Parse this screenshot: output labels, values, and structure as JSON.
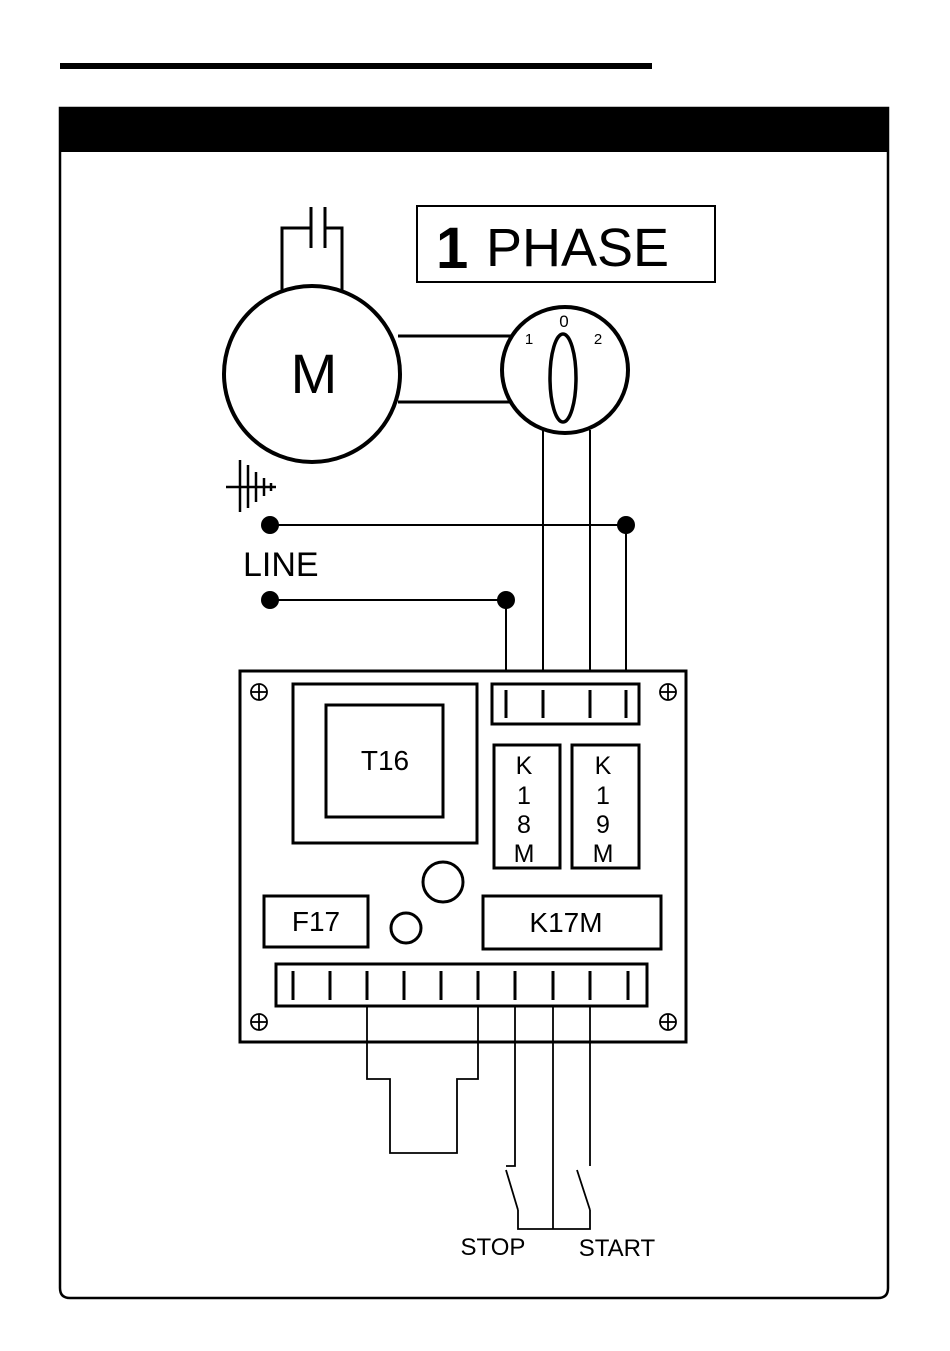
{
  "title_box": {
    "number": "1",
    "text": "PHASE"
  },
  "motor": {
    "label": "M"
  },
  "switch": {
    "pos0": "0",
    "pos1": "1",
    "pos2": "2"
  },
  "line_label": "LINE",
  "board": {
    "transformer": "T16",
    "relay_k18": [
      "K",
      "1",
      "8",
      "M"
    ],
    "relay_k19": [
      "K",
      "1",
      "9",
      "M"
    ],
    "fuse": "F17",
    "contactor": "K17M"
  },
  "buttons": {
    "stop": "STOP",
    "start": "START"
  },
  "colors": {
    "ink": "#000000",
    "paper": "#ffffff"
  },
  "icons": [
    "earth-ground-icon",
    "capacitor-icon",
    "screw-icon"
  ]
}
